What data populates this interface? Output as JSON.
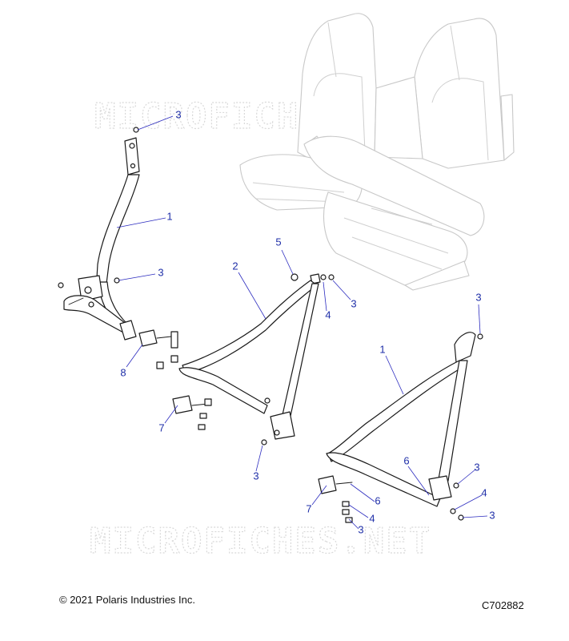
{
  "watermark": "MICROFICHES.NET",
  "copyright": "© 2021 Polaris Industries Inc.",
  "diagram_code": "C702882",
  "colors": {
    "callout": "#1f2fa8",
    "line": "#1a1a1a",
    "seat": "#c8c8c8"
  },
  "callouts": {
    "c1": "3",
    "c2": "1",
    "c3": "3",
    "c4": "8",
    "c5": "5",
    "c6": "2",
    "c7": "4",
    "c8": "3",
    "c9": "7",
    "c10": "3",
    "c11": "3",
    "c12": "1",
    "c13": "6",
    "c14": "3",
    "c15": "4",
    "c16": "3",
    "c17": "7",
    "c18": "6",
    "c19": "4",
    "c20": "3"
  }
}
